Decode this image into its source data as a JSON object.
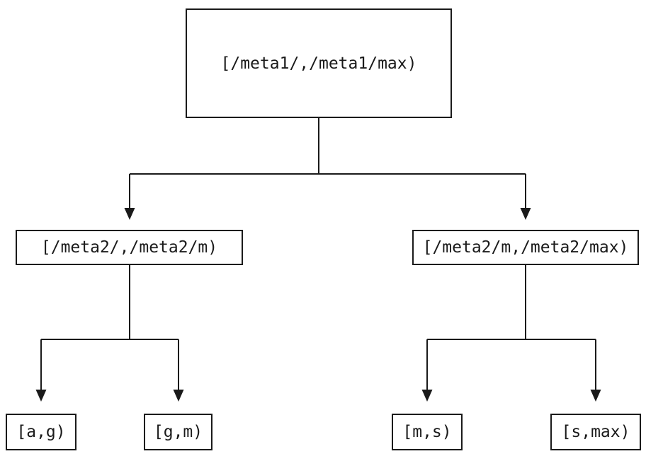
{
  "diagram": {
    "type": "tree",
    "background_color": "#ffffff",
    "line_color": "#1a1a1a",
    "text_color": "#1a1a1a",
    "root": {
      "label": "[/meta1/,/meta1/max)"
    },
    "level1": [
      {
        "label": "[/meta2/,/meta2/m)"
      },
      {
        "label": "[/meta2/m,/meta2/max)"
      }
    ],
    "level2": [
      {
        "label": "[a,g)"
      },
      {
        "label": "[g,m)"
      },
      {
        "label": "[m,s)"
      },
      {
        "label": "[s,max)"
      }
    ],
    "edges": [
      {
        "from": "[/meta1/,/meta1/max)",
        "to": "[/meta2/,/meta2/m)"
      },
      {
        "from": "[/meta1/,/meta1/max)",
        "to": "[/meta2/m,/meta2/max)"
      },
      {
        "from": "[/meta2/,/meta2/m)",
        "to": "[a,g)"
      },
      {
        "from": "[/meta2/,/meta2/m)",
        "to": "[g,m)"
      },
      {
        "from": "[/meta2/m,/meta2/max)",
        "to": "[m,s)"
      },
      {
        "from": "[/meta2/m,/meta2/max)",
        "to": "[s,max)"
      }
    ]
  }
}
